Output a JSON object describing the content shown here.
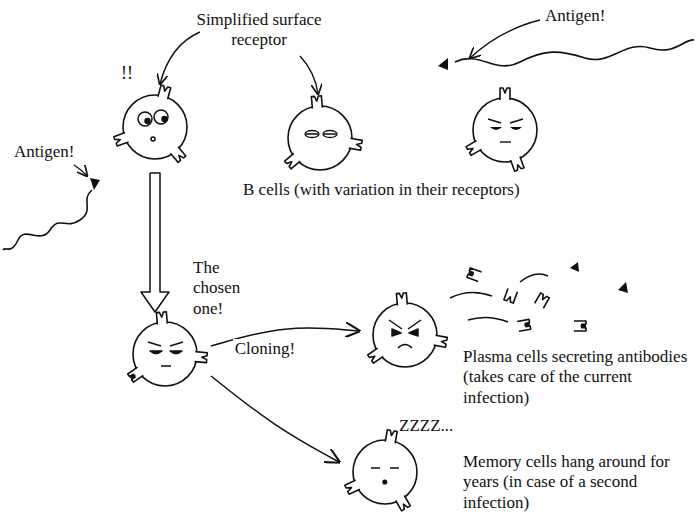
{
  "diagram": {
    "nodes": [
      {
        "text": [
          "!!"
        ]
      },
      {
        "text": [
          "The chosen one!"
        ]
      },
      {
        "text": [
          "Plasma cells secreting antibodies (takes care of the current infection)"
        ]
      },
      {
        "text": [
          "ZZZZ...",
          "Memory cells hang around for years (in case of a second infection)"
        ]
      }
    ],
    "edges": [
      {
        "from": 0,
        "to": 1,
        "arrow": "to"
      },
      {
        "from": 1,
        "to": 2,
        "arrow": "to",
        "label": "Cloning!"
      },
      {
        "from": 1,
        "to": 3,
        "arrow": "to"
      }
    ],
    "labels": [
      "Simplified surface receptor",
      "Antigen!",
      "Antigen!",
      "B cells (with variation in their receptors)"
    ]
  }
}
